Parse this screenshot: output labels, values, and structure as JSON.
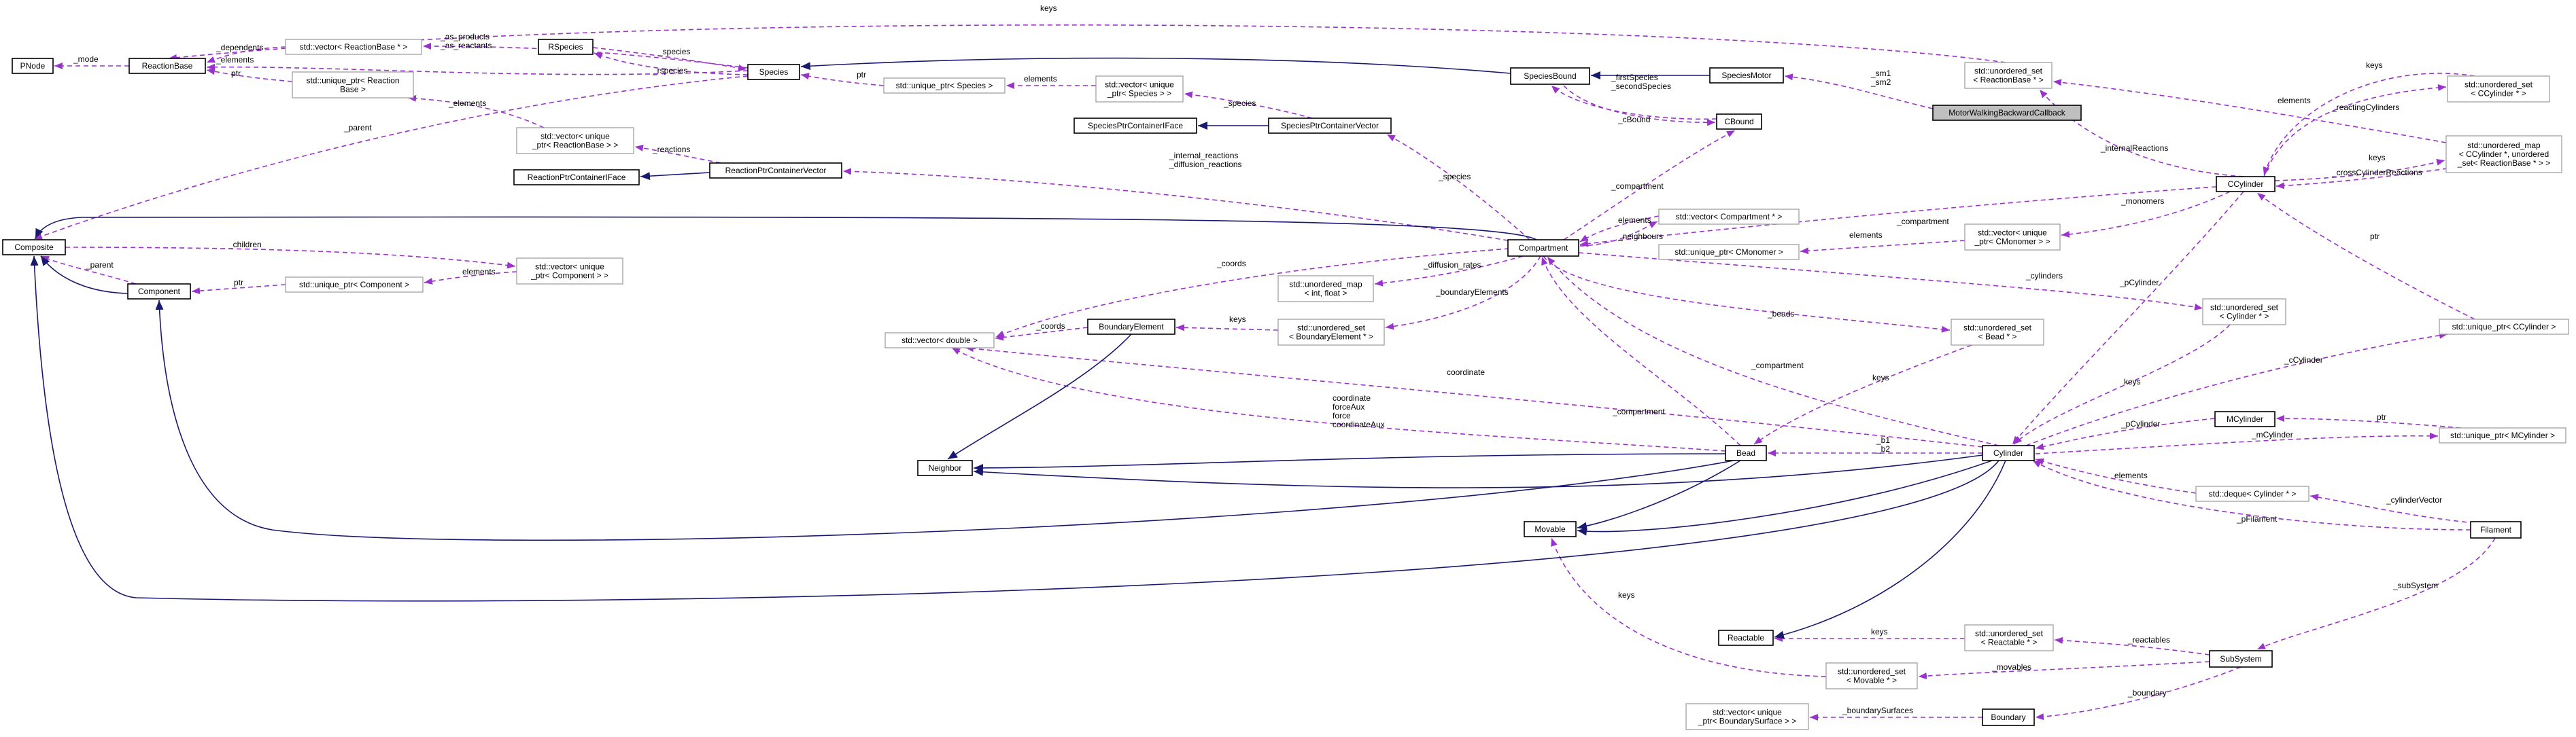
{
  "nodes": {
    "pnode": "PNode",
    "reactionbase": "ReactionBase",
    "vec_reactionbase_ptr": "std::vector< ReactionBase * >",
    "rspecies": "RSpecies",
    "species": "Species",
    "uptr_reactionbase": [
      "std::unique_ptr< Reaction",
      "Base >"
    ],
    "uptr_species": "std::unique_ptr< Species >",
    "vec_uptr_species": [
      "std::vector< unique",
      "_ptr< Species > >"
    ],
    "speciesbound": "SpeciesBound",
    "speciesmotor": "SpeciesMotor",
    "uset_reactionbase": [
      "std::unordered_set",
      "< ReactionBase * >"
    ],
    "motorwalking": "MotorWalkingBackwardCallback",
    "uset_ccylinder": [
      "std::unordered_set",
      "< CCylinder * >"
    ],
    "speciesptrcontaineriface": "SpeciesPtrContainerIFace",
    "speciesptrcontainervector": "SpeciesPtrContainerVector",
    "cbound": "CBound",
    "vec_uptr_reactionbase": [
      "std::vector< unique",
      "_ptr< ReactionBase > >"
    ],
    "reactionptrcontaineriface": "ReactionPtrContainerIFace",
    "reactionptrcontainervector": "ReactionPtrContainerVector",
    "umap_ccylinder": [
      "std::unordered_map",
      "< CCylinder *, unordered",
      "_set< ReactionBase * > >"
    ],
    "ccylinder": "CCylinder",
    "composite": "Composite",
    "compartment": "Compartment",
    "vec_compartment_ptr": "std::vector< Compartment * >",
    "uptr_cmonomer": "std::unique_ptr< CMonomer >",
    "vec_uptr_cmonomer": [
      "std::vector< unique",
      "_ptr< CMonomer > >"
    ],
    "vec_uptr_component": [
      "std::vector< unique",
      "_ptr< Component > >"
    ],
    "component": "Component",
    "uptr_component": "std::unique_ptr< Component >",
    "umap_int_float": [
      "std::unordered_map",
      "< int, float >"
    ],
    "uset_boundaryelement": [
      "std::unordered_set",
      "< BoundaryElement * >"
    ],
    "boundaryelement": "BoundaryElement",
    "vec_double": "std::vector< double >",
    "uset_cylinder": [
      "std::unordered_set",
      "< Cylinder * >"
    ],
    "uset_bead": [
      "std::unordered_set",
      "< Bead * >"
    ],
    "uptr_ccylinder": "std::unique_ptr< CCylinder >",
    "mcylinder": "MCylinder",
    "uptr_mcylinder": "std::unique_ptr< MCylinder >",
    "neighbor": "Neighbor",
    "bead": "Bead",
    "cylinder": "Cylinder",
    "movable": "Movable",
    "deque_cylinder": "std::deque< Cylinder * >",
    "filament": "Filament",
    "reactable": "Reactable",
    "uset_reactable": [
      "std::unordered_set",
      "< Reactable * >"
    ],
    "subsystem": "SubSystem",
    "uset_movable": [
      "std::unordered_set",
      "< Movable * >"
    ],
    "vec_uptr_boundarysurface": [
      "std::vector< unique",
      "_ptr< BoundarySurface > >"
    ],
    "boundary": "Boundary"
  },
  "edge_labels": {
    "keys_top": "keys",
    "mode": "_mode",
    "dependents": "_dependents",
    "elements_rb": "_elements",
    "ptr_rb": "ptr",
    "as_products": [
      "_as_products",
      "_as_reactants"
    ],
    "species_rs": "_species",
    "rspecies": "_rspecies",
    "parent_species": "_parent",
    "ptr_species": "ptr",
    "elements_vus": "elements",
    "species_sptrcv": "_species",
    "firstspecies": [
      "_firstSpecies",
      "_secondSpecies"
    ],
    "cbound": "_cBound",
    "sm": [
      "_sm1",
      "_sm2"
    ],
    "keys_ccyl": "keys",
    "reactingcylinders": "_reactingCylinders",
    "elements_umap": "elements",
    "internalreactions": "_internalReactions",
    "keys_umap": "keys",
    "crosscylinderreactions": "_crossCylinderReactions",
    "elements_vurb": "_elements",
    "reactions": "_reactions",
    "compartment_cb": "_compartment",
    "species_comp": "_species",
    "internal_diffusion": [
      "_internal_reactions",
      "_diffusion_reactions"
    ],
    "compartment_cc": "_compartment",
    "monomers": "_monomers",
    "elements_vcomp": "elements",
    "neighbours": "_neighbours",
    "elements_vcm": "elements",
    "children": "_children",
    "parent_comp": "_parent",
    "elements_vuc": "elements",
    "ptr_comp": "ptr",
    "coords": "_coords",
    "diffusion_rates": "_diffusion_rates",
    "boundaryelements": "_boundaryElements",
    "cylinders": "_cylinders",
    "ptr_ucc": "ptr",
    "coords_be": "_coords",
    "keys_be": "keys",
    "beads": "_beads",
    "keys_uset_cyl": "keys",
    "ccylinder_rel": "_cCylinder",
    "keys_bead": "keys",
    "pcylinder": "_pCylinder",
    "compartment_cyl": "_compartment",
    "coordinate": "coordinate",
    "bead_multi": [
      "coordinate",
      "forceAux",
      "force",
      "coordinateAux"
    ],
    "compartment_bead": "_compartment",
    "b1b2": [
      "_b1",
      "_b2"
    ],
    "pcylinder_mc": "_pCylinder",
    "mcylinder_rel": "_mCylinder",
    "ptr_mc": "ptr",
    "elements_deque": "elements",
    "cylindervector": "_cylinderVector",
    "pfilament": "_pFilament",
    "subsystem": "_subSystem",
    "keys_movable": "keys",
    "keys_reactable": "keys",
    "reactables": "_reactables",
    "movables": "_movables",
    "boundary": "_boundary",
    "boundarysurfaces": "_boundarySurfaces"
  }
}
